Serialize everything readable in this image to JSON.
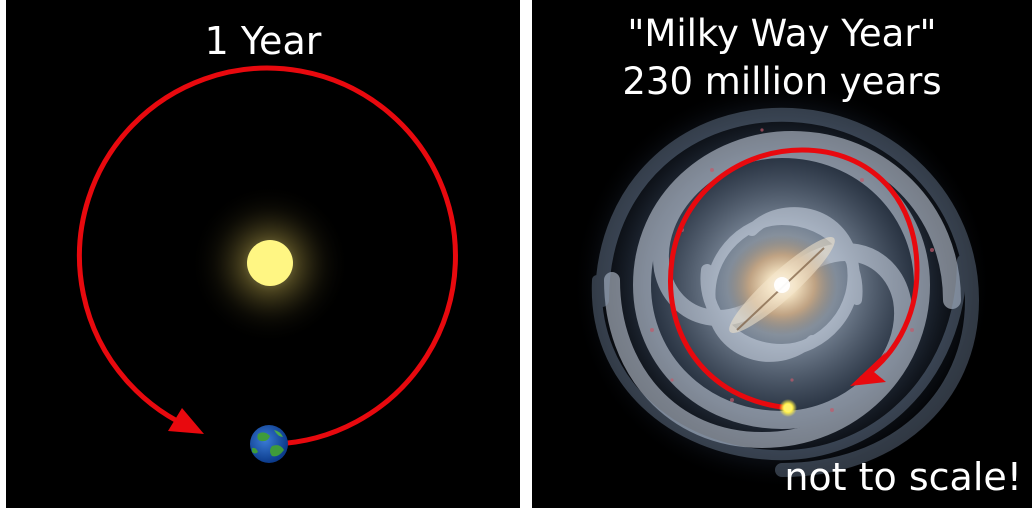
{
  "left_panel": {
    "title": "1 Year"
  },
  "right_panel": {
    "title_line1": "\"Milky Way Year\"",
    "title_line2": "230 million years",
    "note": "not to scale!"
  },
  "colors": {
    "background": "#000000",
    "divider": "#ffffff",
    "orbit_arrow": "#e8090e",
    "sun": "#fff683",
    "text": "#ffffff"
  },
  "icons": [
    "sun-icon",
    "earth-icon",
    "galaxy-image",
    "solar-system-marker"
  ]
}
